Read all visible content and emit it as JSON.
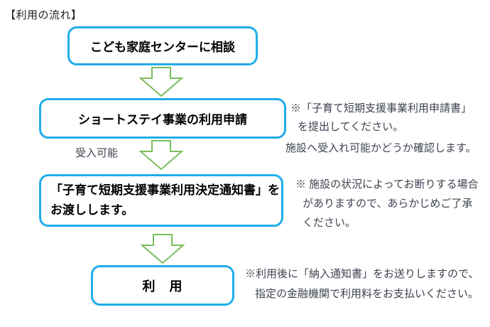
{
  "title": "【利用の流れ】",
  "colors": {
    "box_border": "#1FADE8",
    "arrow_outline": "#7BBD5E",
    "note_text": "#3D4250",
    "box_text": "#000000"
  },
  "flow": {
    "step1": {
      "label": "こども家庭センターに相談"
    },
    "arrow1": {
      "icon": "down-arrow-icon"
    },
    "step2": {
      "label": "ショートステイ事業の利用申請"
    },
    "arrow2": {
      "icon": "down-arrow-icon",
      "label": "受入可能"
    },
    "step3": {
      "line1": "「子育て短期支援事業利用決定通知書」を",
      "line2": "お渡しします。"
    },
    "arrow3": {
      "icon": "down-arrow-icon"
    },
    "step4": {
      "label": "利　用"
    }
  },
  "notes": {
    "note1": {
      "lines": [
        "※「子育て短期支援事業利用申請書」",
        "を提出してください。"
      ]
    },
    "note2": {
      "lines": [
        "施設へ受入れ可能かどうか確認します。"
      ]
    },
    "note3": {
      "lines": [
        "※ 施設の状況によってお断りする場合",
        "がありますので、あらかじめご了承",
        "ください。"
      ]
    },
    "note4": {
      "lines": [
        "※利用後に「納入通知書」をお送りしますので、",
        "指定の金融機関で利用料をお支払いください。"
      ]
    }
  }
}
